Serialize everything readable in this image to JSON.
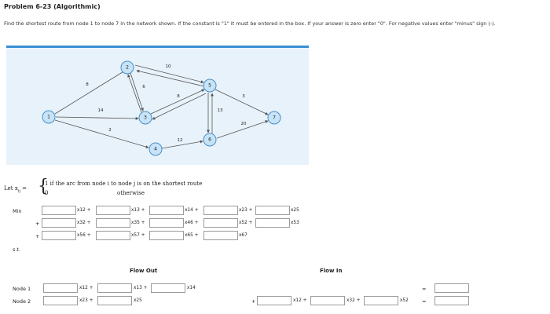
{
  "problem": {
    "title": "Problem 6-23 (Algorithmic)",
    "instructions": "Find the shortest route from node 1 to node 7 in the network shown. If the constant is \"1\" it must be entered in the box. If your answer is zero enter \"0\". For negative values enter \"minus\" sign (-)."
  },
  "network": {
    "nodes": [
      "1",
      "2",
      "3",
      "4",
      "5",
      "6",
      "7"
    ],
    "edge_weights": [
      "8",
      "14",
      "6",
      "10",
      "8",
      "13",
      "3",
      "2",
      "12",
      "20"
    ]
  },
  "definition": {
    "lhs": "Let x",
    "lhs_sub": "ij",
    "equals": " =",
    "case_one": "1 if the arc from node i to node j is on the shortest route",
    "case_zero": "0",
    "otherwise": "otherwise"
  },
  "objective": {
    "min_label": "Min",
    "row1": [
      "x12 +",
      "x13 +",
      "x14 +",
      "x23 +",
      "x25"
    ],
    "row2": [
      "x32 +",
      "x35 +",
      "x46 +",
      "x52 +",
      "x53"
    ],
    "row3": [
      "x56 +",
      "x57 +",
      "x65 +",
      "x67"
    ],
    "plus": "+"
  },
  "constraints": {
    "st_label": "s.t.",
    "flow_out_label": "Flow Out",
    "flow_in_label": "Flow In",
    "node1": {
      "label": "Node 1",
      "out": [
        "x12 +",
        "x13 +",
        "x14"
      ],
      "equals": "="
    },
    "node2": {
      "label": "Node 2",
      "out": [
        "x23 +",
        "x25"
      ],
      "plus": "+",
      "in": [
        "x12 +",
        "x32 +",
        "x52"
      ],
      "equals": "="
    }
  }
}
